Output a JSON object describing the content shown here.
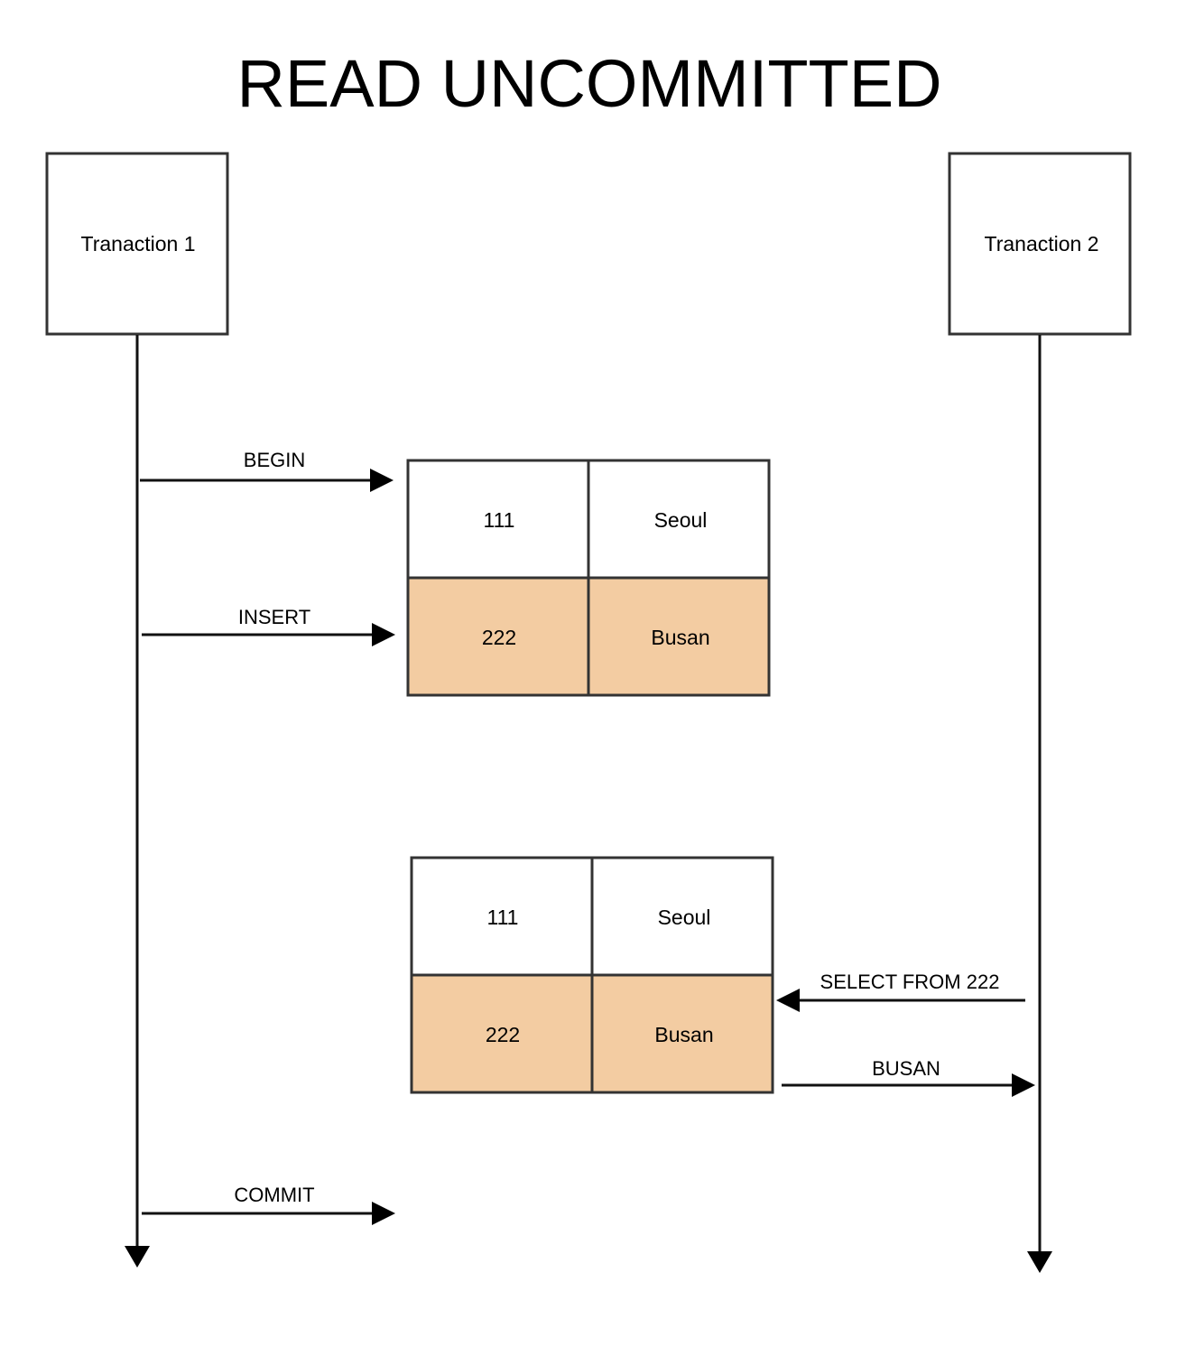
{
  "title": "READ UNCOMMITTED",
  "colors": {
    "line": "#111111",
    "border": "#333333",
    "uncommitted_row_fill": "#f3cca2",
    "committed_row_fill": "#ffffff"
  },
  "participants": [
    {
      "id": "t1",
      "label": "Tranaction 1"
    },
    {
      "id": "t2",
      "label": "Tranaction 2"
    }
  ],
  "tables": [
    {
      "id": "table-after-insert",
      "rows": [
        {
          "id": "111",
          "city": "Seoul",
          "uncommitted": false
        },
        {
          "id": "222",
          "city": "Busan",
          "uncommitted": true
        }
      ]
    },
    {
      "id": "table-during-select",
      "rows": [
        {
          "id": "111",
          "city": "Seoul",
          "uncommitted": false
        },
        {
          "id": "222",
          "city": "Busan",
          "uncommitted": true
        }
      ]
    }
  ],
  "messages": [
    {
      "id": "begin",
      "label": "BEGIN",
      "from": "t1",
      "direction": "right"
    },
    {
      "id": "insert",
      "label": "INSERT",
      "from": "t1",
      "direction": "right"
    },
    {
      "id": "select",
      "label": "SELECT FROM 222",
      "from": "t2",
      "direction": "left"
    },
    {
      "id": "busan",
      "label": "BUSAN",
      "from": "table-during-select",
      "direction": "right"
    },
    {
      "id": "commit",
      "label": "COMMIT",
      "from": "t1",
      "direction": "right"
    }
  ]
}
